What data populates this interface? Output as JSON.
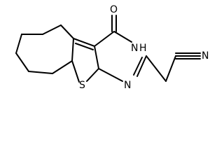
{
  "molecule": {
    "atom_labels": {
      "oxygen": "O",
      "nh_n": "N",
      "nh_h": "H",
      "sulfur": "S",
      "ring_n": "N",
      "nitrile_n": "N"
    },
    "colors": {
      "bond": "#000000",
      "background": "#ffffff"
    }
  }
}
